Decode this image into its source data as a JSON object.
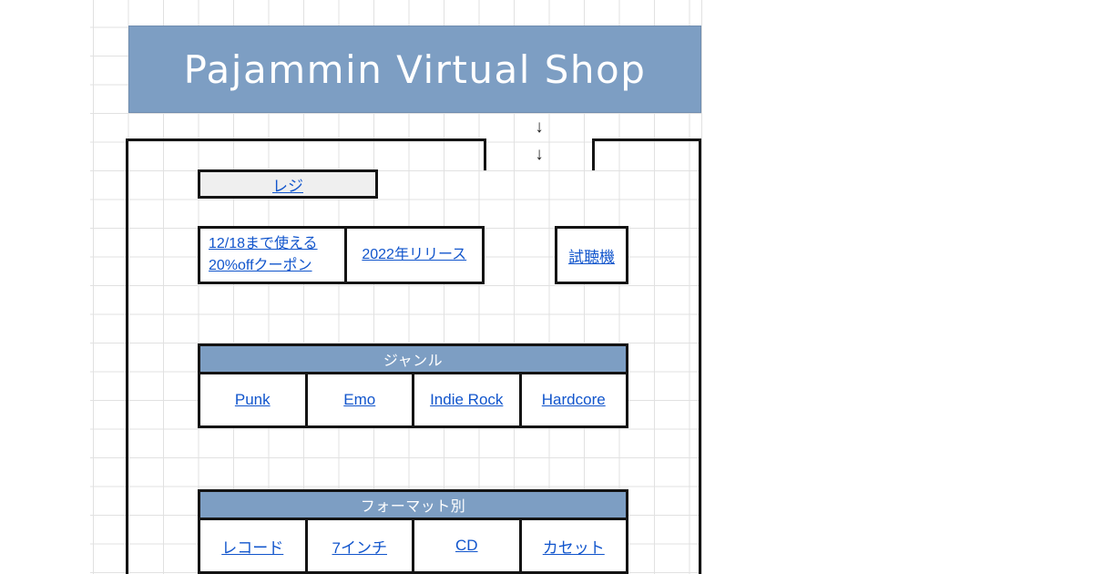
{
  "page": {
    "title": "Pajammin Virtual Shop"
  },
  "colors": {
    "banner_bg": "#7d9ec3",
    "table_header_bg": "#7d9ec3",
    "link": "#1155cc",
    "wall": "#141414",
    "grid_line": "#e1e1e1",
    "register_bg": "#efefef"
  },
  "door": {
    "arrow": "↓"
  },
  "register": {
    "label": "レジ"
  },
  "coupon": {
    "line1": "12/18まで使える",
    "line2": "20%offクーポン"
  },
  "release": {
    "label": "2022年リリース"
  },
  "listening": {
    "label": "試聴機"
  },
  "genre_table": {
    "header": "ジャンル",
    "items": [
      "Punk",
      "Emo",
      "Indie Rock",
      "Hardcore"
    ]
  },
  "format_table": {
    "header": "フォーマット別",
    "items": [
      "レコード",
      "7インチ",
      "CD",
      "カセット"
    ]
  }
}
